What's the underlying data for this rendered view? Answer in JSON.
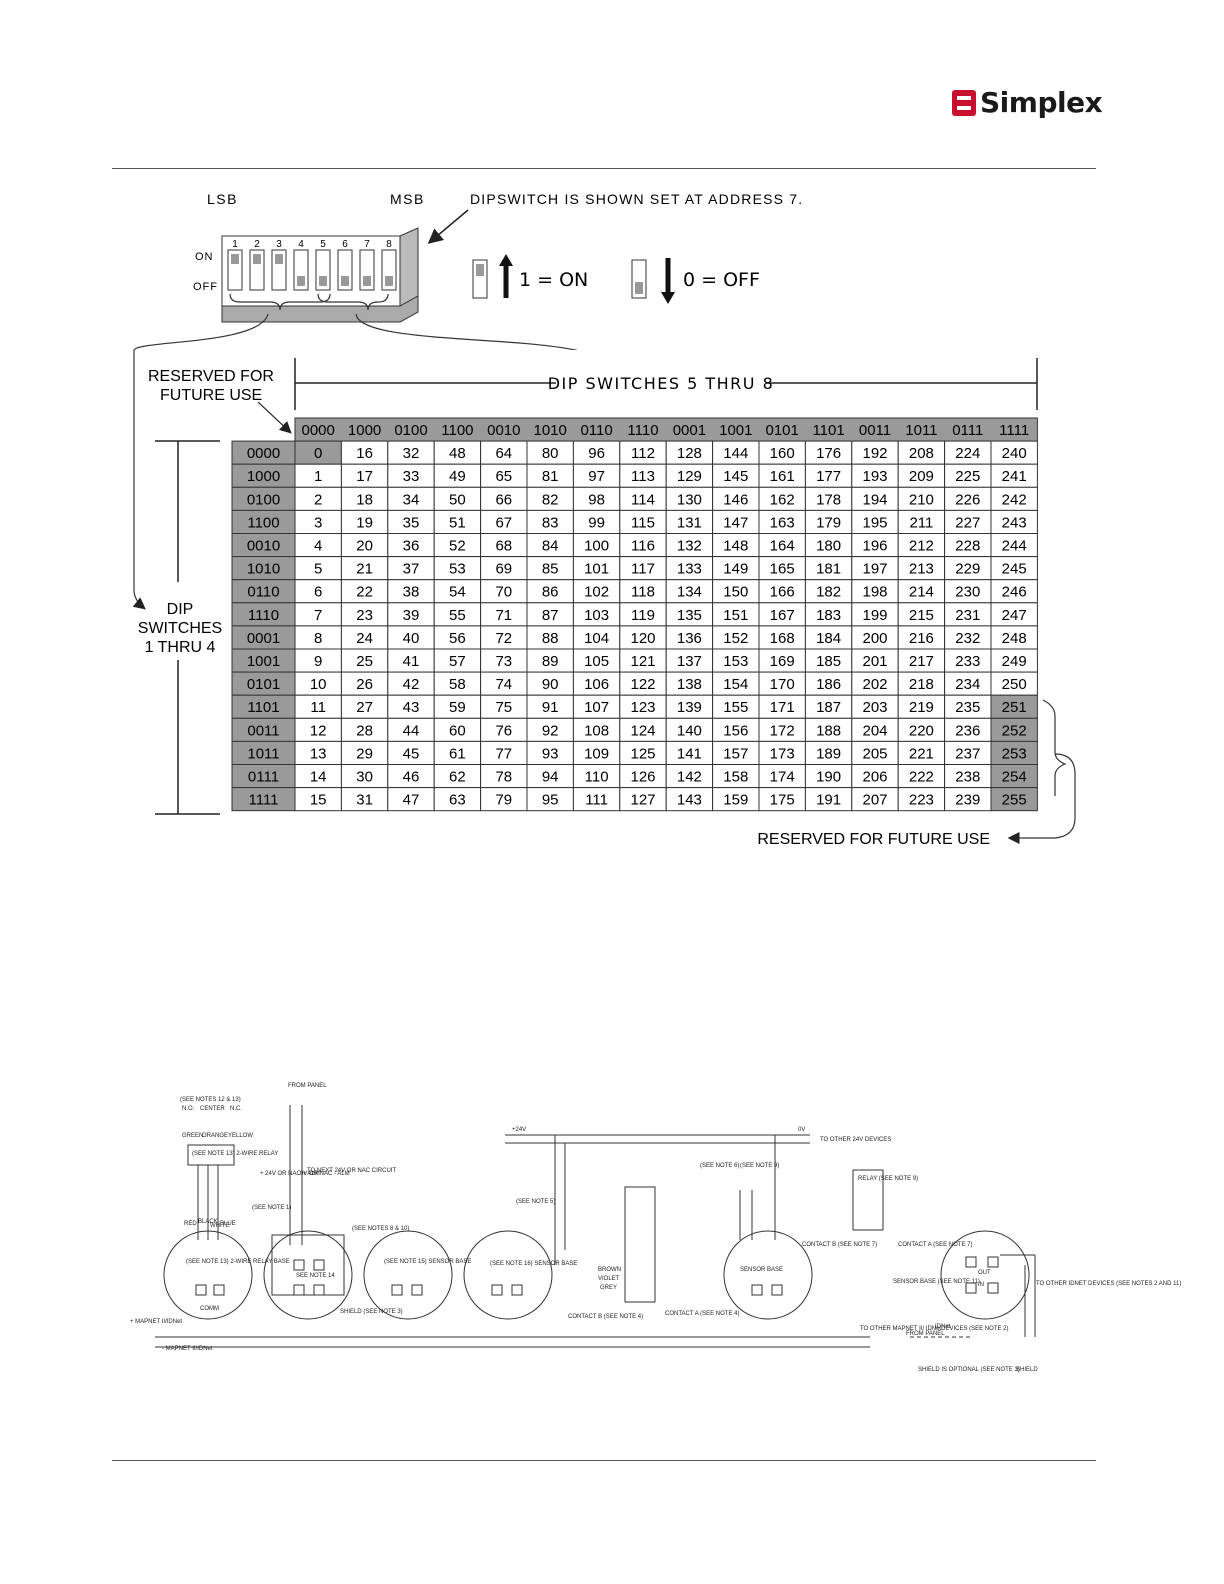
{
  "brand": {
    "name": "Simplex",
    "color": "#c8102e"
  },
  "dipswitch": {
    "lsb": "LSB",
    "msb": "MSB",
    "on_label": "ON",
    "off_label": "OFF",
    "note": "DIPSWITCH IS SHOWN SET AT ADDRESS 7.",
    "switch_numbers": [
      "1",
      "2",
      "3",
      "4",
      "5",
      "6",
      "7",
      "8"
    ],
    "switch_states": [
      1,
      1,
      1,
      0,
      0,
      0,
      0,
      0
    ],
    "legend_on": "1 = ON",
    "legend_off": "0 = OFF"
  },
  "table": {
    "reserved_top": [
      "RESERVED FOR",
      "FUTURE USE"
    ],
    "col_group_label": "DIP SWITCHES 5 THRU 8",
    "row_group_label": [
      "DIP",
      "SWITCHES",
      "1 THRU 4"
    ],
    "reserved_bottom": "RESERVED FOR FUTURE USE",
    "col_headers": [
      "0000",
      "1000",
      "0100",
      "1100",
      "0010",
      "1010",
      "0110",
      "1110",
      "0001",
      "1001",
      "0101",
      "1101",
      "0011",
      "1011",
      "0111",
      "1111"
    ],
    "row_headers": [
      "0000",
      "1000",
      "0100",
      "1100",
      "0010",
      "1010",
      "0110",
      "1110",
      "0001",
      "1001",
      "0101",
      "1101",
      "0011",
      "1011",
      "0111",
      "1111"
    ],
    "reserved_values": [
      0,
      251,
      252,
      253,
      254,
      255
    ]
  },
  "wiring": {
    "labels": [
      "(SEE NOTES 12 & 13)",
      "N.O.",
      "CENTER",
      "N.C.",
      "GREEN",
      "ORANGE",
      "YELLOW",
      "(SEE NOTE 13) 2-WIRE RELAY",
      "FROM PANEL",
      "+ 24V OR NAC + ALM",
      "0V OR NAC - ALM",
      "TO NEXT 24V OR NAC CIRCUIT",
      "(SEE NOTE 1)",
      "(SEE NOTES 8 & 10)",
      "RED",
      "BLACK",
      "WHITE",
      "BLUE",
      "(SEE NOTE 13) 2-WIRE RELAY BASE",
      "SEE NOTE 14",
      "(SEE NOTE 15) SENSOR BASE",
      "(SEE NOTE 16) SENSOR BASE",
      "COMM",
      "+ MAPNET II/IDNet",
      "- MAPNET II/IDNet",
      "SHIELD (SEE NOTE 3)",
      "+24V",
      "0V",
      "TO OTHER 24V DEVICES",
      "(SEE NOTE 5)",
      "(SEE NOTE 6)",
      "(SEE NOTE 9)",
      "BROWN",
      "VIOLET",
      "GREY",
      "CONTACT B (SEE NOTE 4)",
      "CONTACT A (SEE NOTE 4)",
      "SENSOR BASE",
      "RELAY (SEE NOTE 9)",
      "CONTACT B (SEE NOTE 7)",
      "CONTACT A (SEE NOTE 7)",
      "TO OTHER MAPNET II/ IDNetDEVICES (SEE NOTE 2)",
      "FROM PANEL",
      "IDNet",
      "SENSOR BASE (SEE NOTE 11)",
      "OUT",
      "IN",
      "TO OTHER IDNET DEVICES (SEE NOTES 2 AND 11)",
      "SHIELD IS OPTIONAL (SEE NOTE 3)",
      "SHIELD"
    ]
  }
}
